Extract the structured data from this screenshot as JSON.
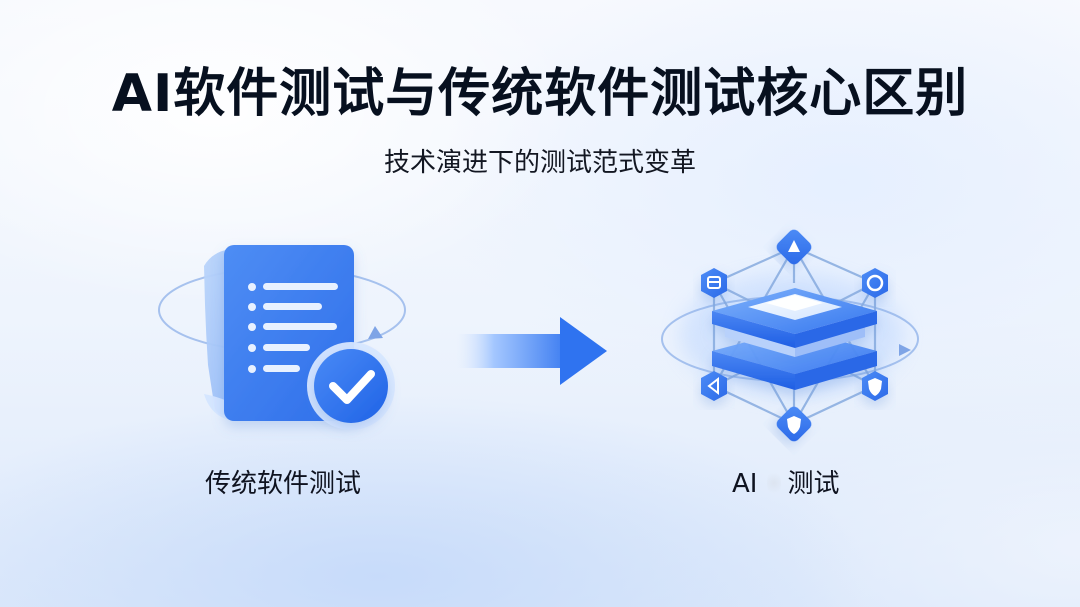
{
  "slide": {
    "title": "AI软件测试与传统软件测试核心区别",
    "subtitle": "技术演进下的测试范式变革"
  },
  "left_panel": {
    "label": "传统软件测试",
    "icon": "checked-document-icon"
  },
  "right_panel": {
    "label_prefix": "AI",
    "label_suffix": "测试",
    "icon": "ai-network-icon"
  },
  "center": {
    "icon": "arrow-right-icon"
  },
  "colors": {
    "accent": "#2f73f0",
    "accent_light": "#a9c9fb",
    "accent_dark": "#1d5de4",
    "text": "#07101f"
  }
}
